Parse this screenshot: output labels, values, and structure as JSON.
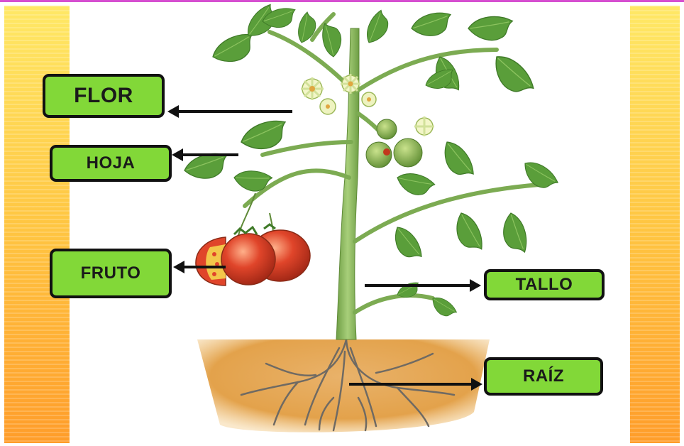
{
  "labels": {
    "flor": "FLOR",
    "hoja": "HOJA",
    "fruto": "FRUTO",
    "tallo": "TALLO",
    "raiz": "RAÍZ"
  },
  "colors": {
    "label_fill": "#82d838",
    "label_border": "#111111",
    "top_line": "#d64fd0",
    "side_band": "#ffc642",
    "leaf": "#5a9e3a",
    "stem": "#7cab52",
    "soil": "#e6a955",
    "tomato": "#d8431f"
  }
}
